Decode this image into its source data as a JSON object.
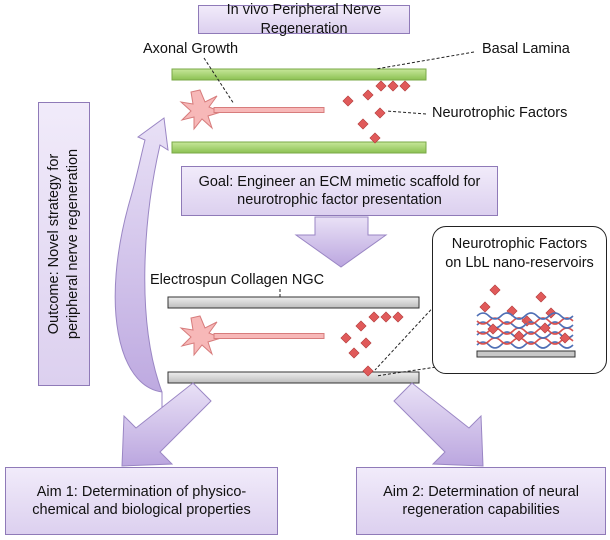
{
  "title": "In vivo Peripheral Nerve Regeneration",
  "top_labels": {
    "axonal_growth": "Axonal Growth",
    "basal_lamina": "Basal Lamina",
    "neurotrophic_factors": "Neurotrophic Factors"
  },
  "goal": {
    "line1": "Goal: Engineer an ECM mimetic scaffold for",
    "line2": "neurotrophic factor presentation"
  },
  "bottom_labels": {
    "collagen_ngc": "Electrospun Collagen NGC"
  },
  "inset": {
    "line1": "Neurotrophic Factors",
    "line2": "on LbL nano-reservoirs"
  },
  "outcome": {
    "line1": "Outcome: Novel strategy for",
    "line2": "peripheral nerve regeneration"
  },
  "aim1": {
    "line1": "Aim 1: Determination of physico-",
    "line2": "chemical and biological properties"
  },
  "aim2": {
    "line1": "Aim 2: Determination of neural",
    "line2": "regeneration capabilities"
  },
  "colors": {
    "lavender_box": "#e4daf3",
    "lavender_border": "#8f7ab8",
    "basal_lamina_green": "#a4d36a",
    "collagen_gray": "#d4d4d4",
    "neuron_pink": "#f7b8b8",
    "factor_red": "#e05a5a",
    "layer_blue": "#4f6fb5",
    "layer_red": "#d9534f"
  }
}
